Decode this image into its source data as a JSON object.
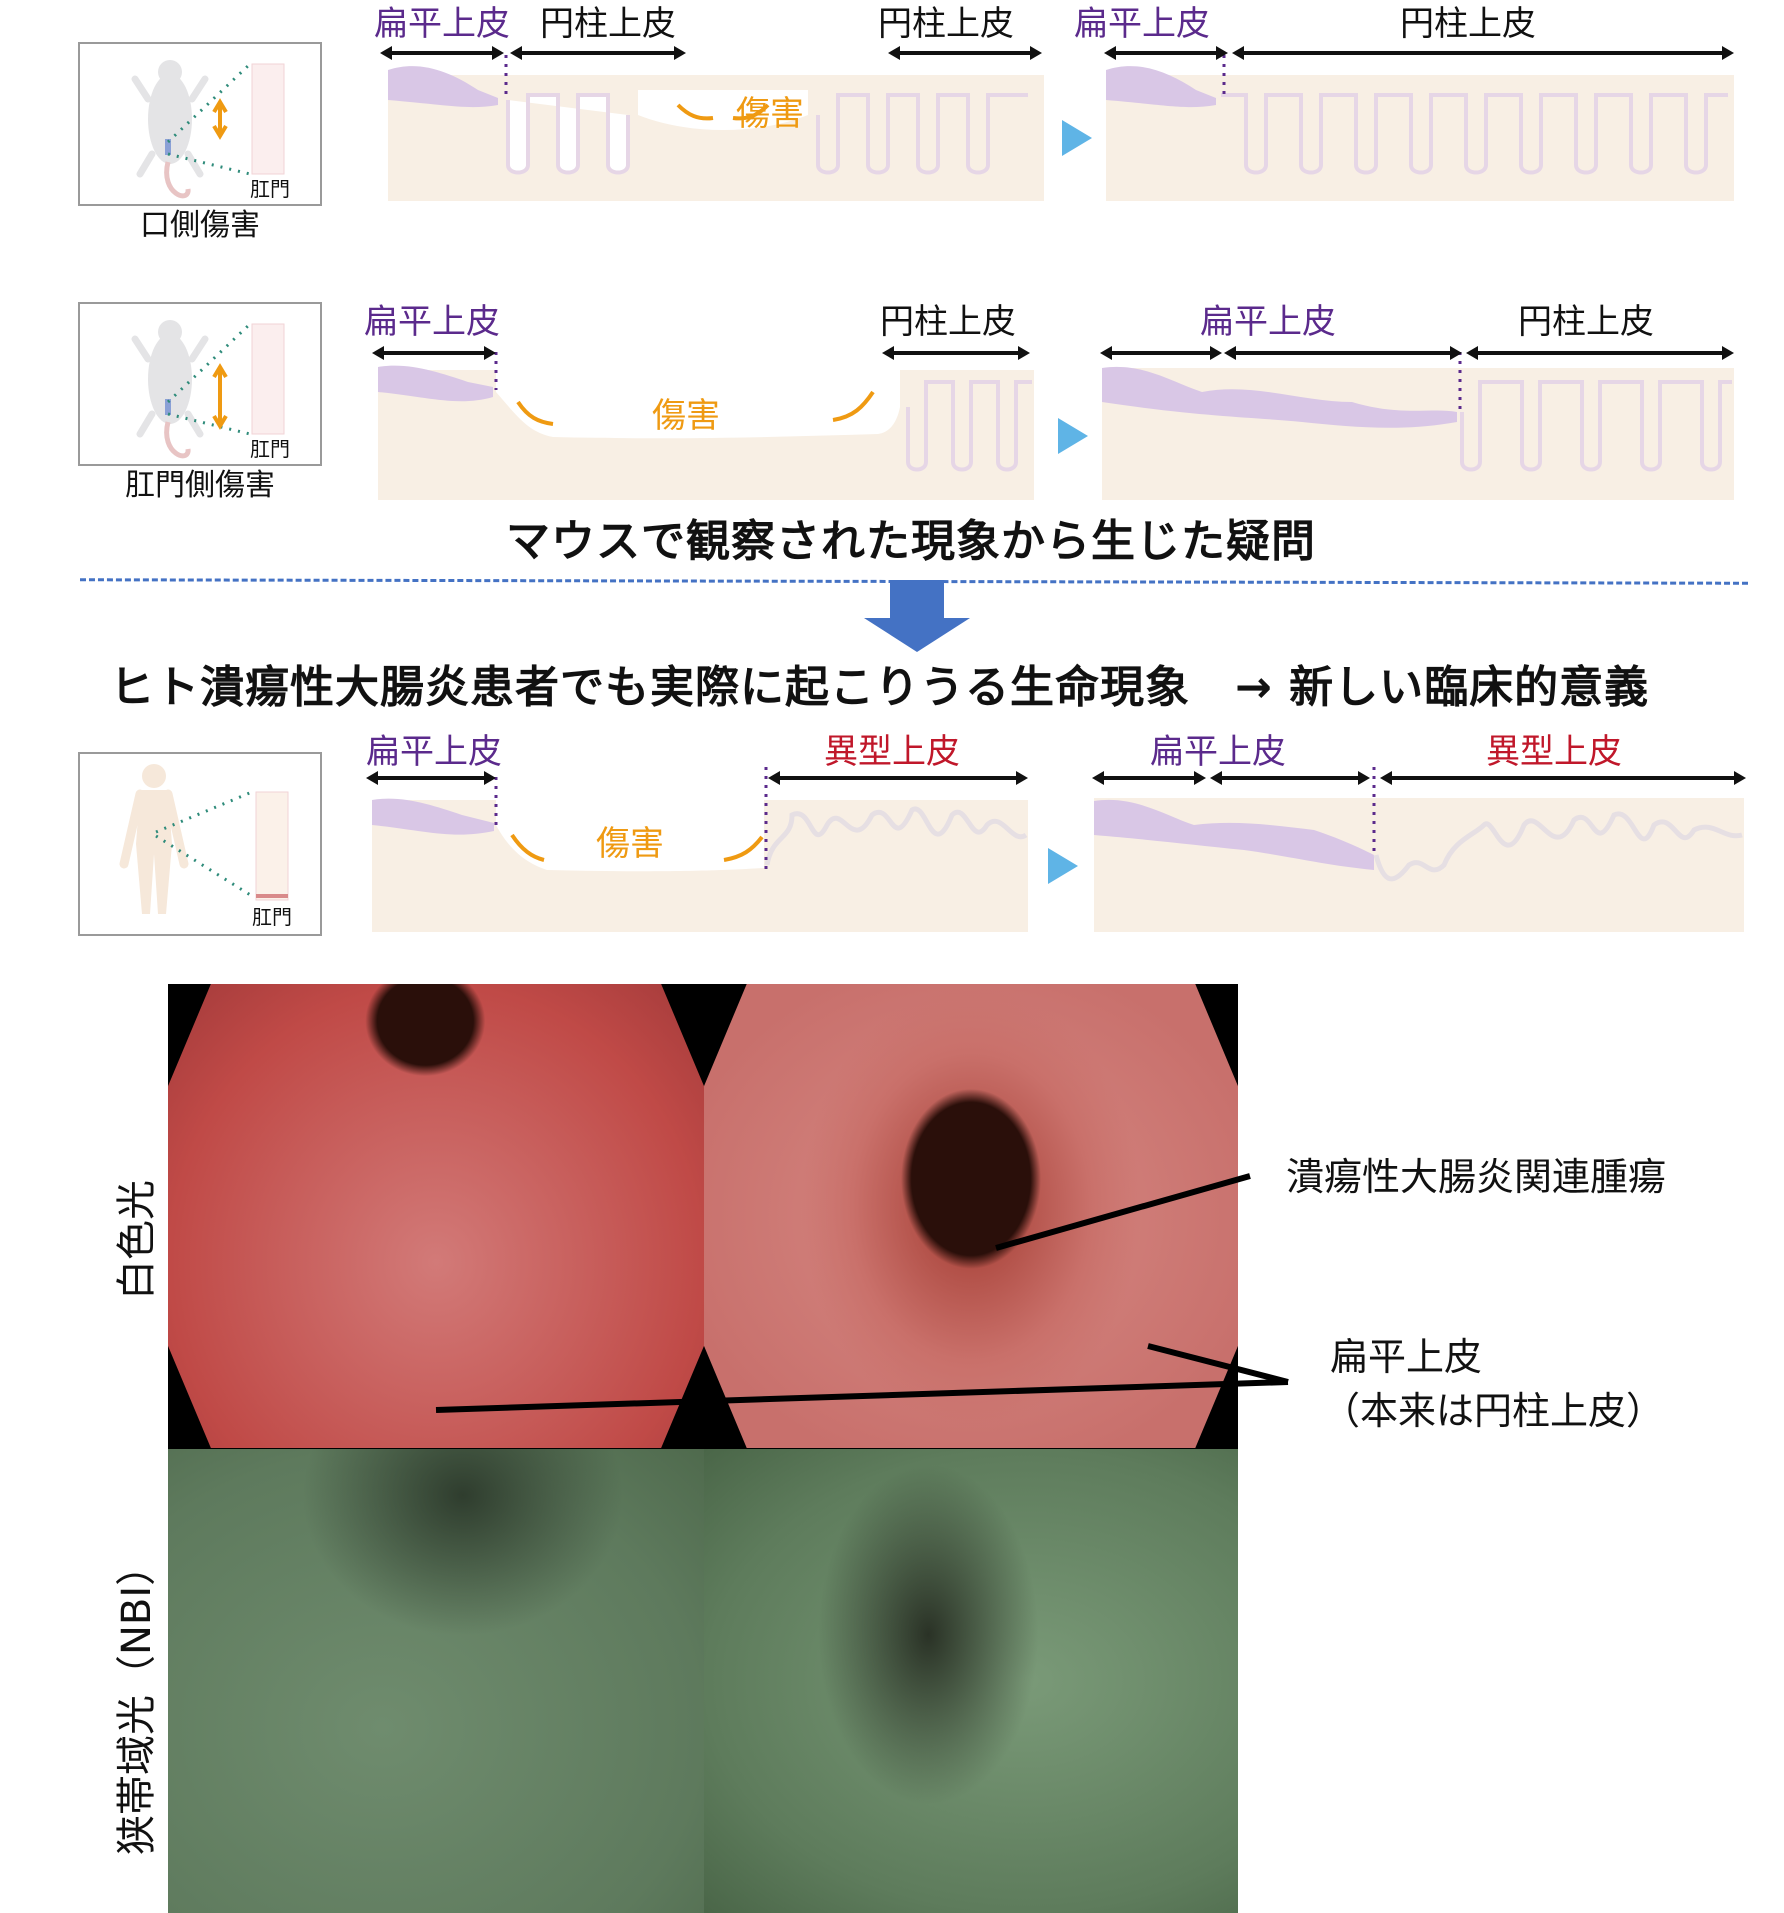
{
  "colors": {
    "squamous": "#5b2a8c",
    "atypical": "#c0172a",
    "injury": "#ef9a12",
    "arrow_blue": "#4472c4",
    "tissue": "#f8efe4",
    "crypt_outline": "#e6d6e6",
    "dotted_link": "#2e8b7a",
    "triangle": "#5fb4e6"
  },
  "row1": {
    "caption": "口側傷害",
    "anus_label": "肛門",
    "before": {
      "squamous": "扁平上皮",
      "columnar_left": "円柱上皮",
      "injury": "傷害",
      "columnar_right": "円柱上皮"
    },
    "after": {
      "squamous": "扁平上皮",
      "columnar": "円柱上皮"
    }
  },
  "row2": {
    "caption": "肛門側傷害",
    "anus_label": "肛門",
    "before": {
      "squamous": "扁平上皮",
      "injury": "傷害",
      "columnar": "円柱上皮"
    },
    "after": {
      "squamous": "扁平上皮",
      "columnar": "円柱上皮"
    }
  },
  "question_title": "マウスで観察された現象から生じた疑問",
  "conclusion_title": "ヒト潰瘍性大腸炎患者でも実際に起こりうる生命現象　→ 新しい臨床的意義",
  "row3": {
    "anus_label": "肛門",
    "before": {
      "squamous": "扁平上皮",
      "injury": "傷害",
      "atypical": "異型上皮"
    },
    "after": {
      "squamous": "扁平上皮",
      "atypical": "異型上皮"
    }
  },
  "endoscopy": {
    "row_labels": {
      "white_light": "白色光",
      "nbi": "狭帯域光（NBI）"
    },
    "annotations": {
      "tumor": "潰瘍性大腸炎関連腫瘍",
      "squamous_line1": "扁平上皮",
      "squamous_line2": "（本来は円柱上皮）"
    }
  }
}
